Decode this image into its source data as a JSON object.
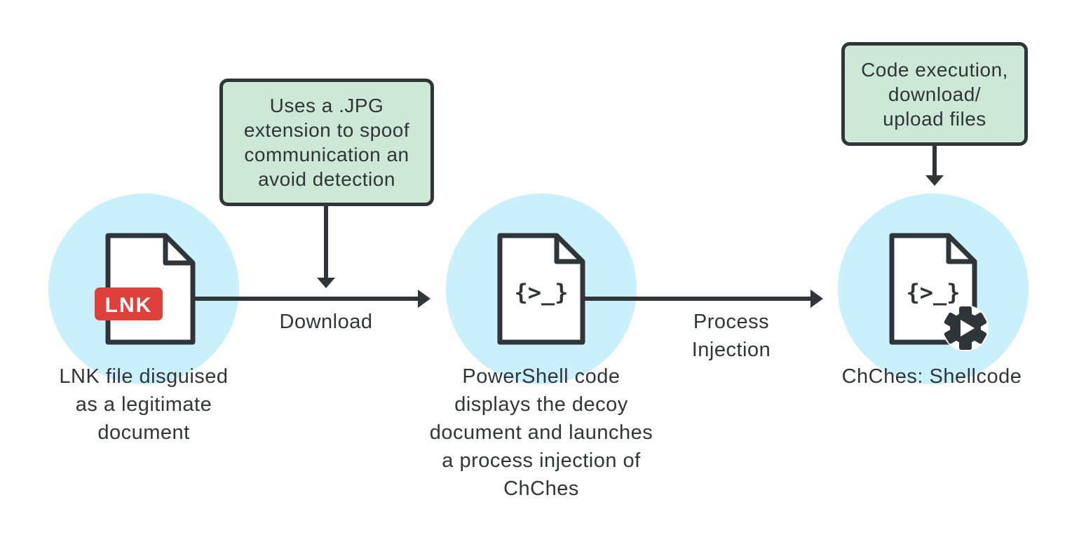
{
  "colors": {
    "circle_fill": "#c9f0fb",
    "callout_fill": "#cde8d6",
    "stroke": "#2f3539",
    "badge_red": "#e0403c"
  },
  "callouts": {
    "jpg_spoof": "Uses a .JPG\nextension to spoof\ncommunication an\navoid detection",
    "capabilities": "Code execution,\ndownload/\nupload files"
  },
  "nodes": {
    "lnk": {
      "icon": "lnk-file-icon",
      "badge": "LNK",
      "caption": "LNK file disguised\nas a legitimate\ndocument"
    },
    "powershell": {
      "icon": "script-file-icon",
      "glyph": "{>_}",
      "caption": "PowerShell code\ndisplays the decoy\ndocument and launches\na process injection of\nChChes"
    },
    "shellcode": {
      "icon": "script-file-gear-icon",
      "glyph": "{>_}",
      "caption": "ChChes: Shellcode"
    }
  },
  "edges": {
    "download": "Download",
    "process_injection": "Process\nInjection"
  }
}
